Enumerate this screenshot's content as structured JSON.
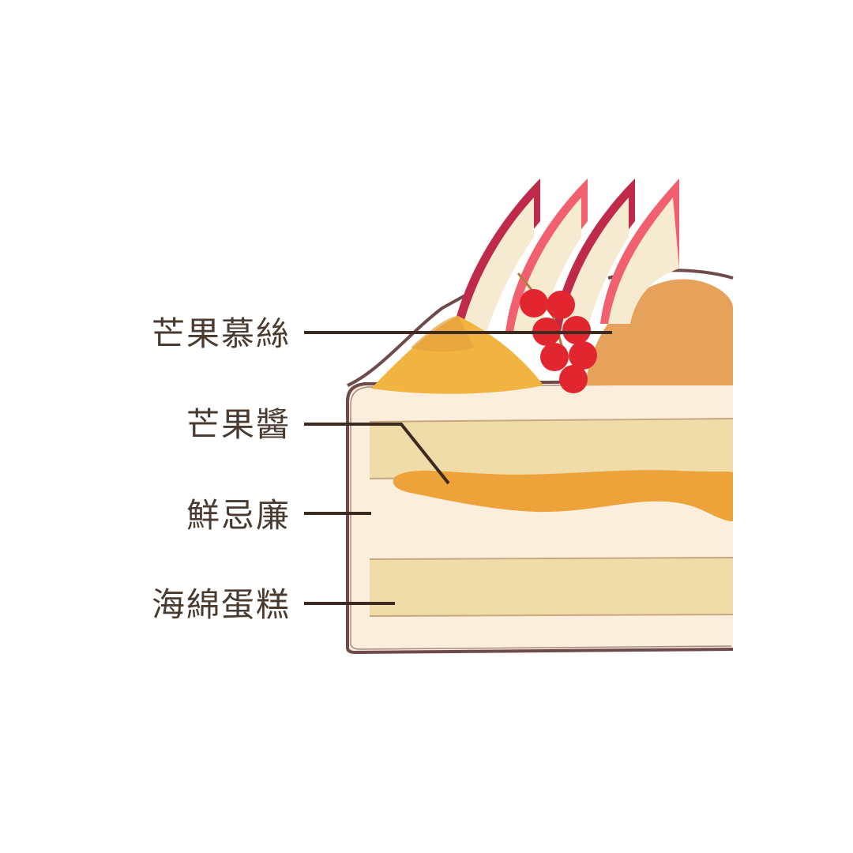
{
  "diagram": {
    "labels": {
      "mango_mousse": "芒果慕絲",
      "mango_jam": "芒果醬",
      "fresh_cream": "鮮忌廉",
      "sponge_cake": "海綿蛋糕"
    },
    "colors": {
      "label_text": "#4a3b30",
      "leader_line": "#3d2a20",
      "outline": "#6e4a4a",
      "cream": "#fbeedd",
      "sponge": "#f0dca8",
      "mango_jam": "#eea23a",
      "mango_dome": "#e6a25a",
      "mango_slice": "#f2b440",
      "strawberry_dark": "#c02a4a",
      "strawberry_light": "#f0606e",
      "strawberry_inner": "#f6ead0",
      "redcurrant": "#e1262f"
    }
  }
}
